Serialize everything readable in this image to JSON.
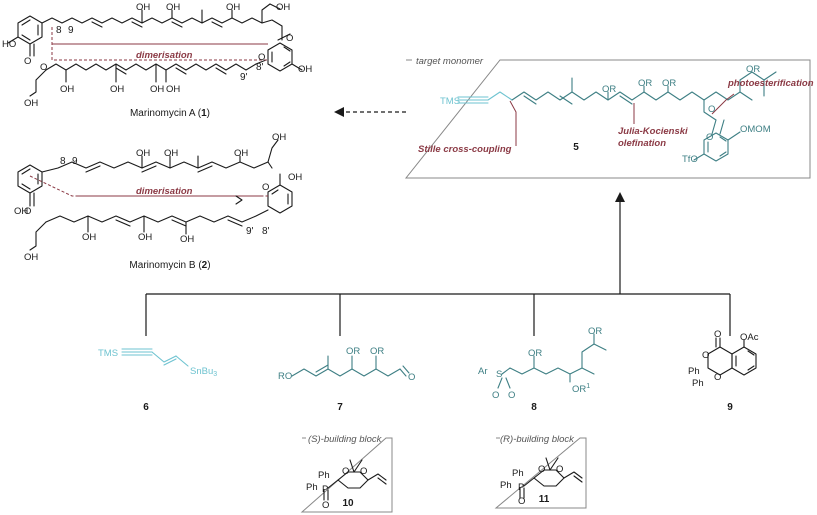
{
  "marinomycin_a": {
    "name": "Marinomycin A (",
    "number": "1",
    "name_close": ")",
    "dimerisation_label": "dimerisation",
    "positions": [
      "8",
      "9",
      "9'",
      "8'"
    ],
    "atoms": {
      "ho": "HO",
      "oh": "OH",
      "o": "O"
    }
  },
  "marinomycin_b": {
    "name": "Marinomycin B (",
    "number": "2",
    "name_close": ")",
    "dimerisation_label": "dimerisation",
    "positions": [
      "8",
      "9",
      "9'",
      "8'"
    ],
    "atoms": {
      "oh": "OH",
      "o": "O"
    }
  },
  "target": {
    "box_label": "target monomer",
    "compound_number": "5",
    "annotations": {
      "stille": "Stille cross-coupling",
      "julia": "Julia-Kocienski",
      "julia2": "olefination",
      "photo": "photoesterification"
    },
    "atoms": {
      "tms": "TMS",
      "or": "OR",
      "omom": "OMOM",
      "tfo": "TfO",
      "o": "O"
    }
  },
  "fragments": [
    {
      "number": "6",
      "labels": [
        "TMS",
        "SnBu3"
      ]
    },
    {
      "number": "7",
      "labels": [
        "RO",
        "OR",
        "OR",
        "O"
      ]
    },
    {
      "number": "8",
      "labels": [
        "Ar",
        "S",
        "O",
        "O",
        "OR",
        "OR",
        "OR1"
      ]
    },
    {
      "number": "9",
      "labels": [
        "OAc",
        "O",
        "O",
        "O",
        "Ph",
        "Ph"
      ]
    }
  ],
  "building_blocks": [
    {
      "label": "(S)-building block",
      "number": "10",
      "atoms": [
        "Ph",
        "Ph",
        "P",
        "O",
        "O",
        "O"
      ]
    },
    {
      "label": "(R)-building block",
      "number": "11",
      "atoms": [
        "Ph",
        "Ph",
        "P",
        "O",
        "O",
        "O"
      ]
    }
  ]
}
